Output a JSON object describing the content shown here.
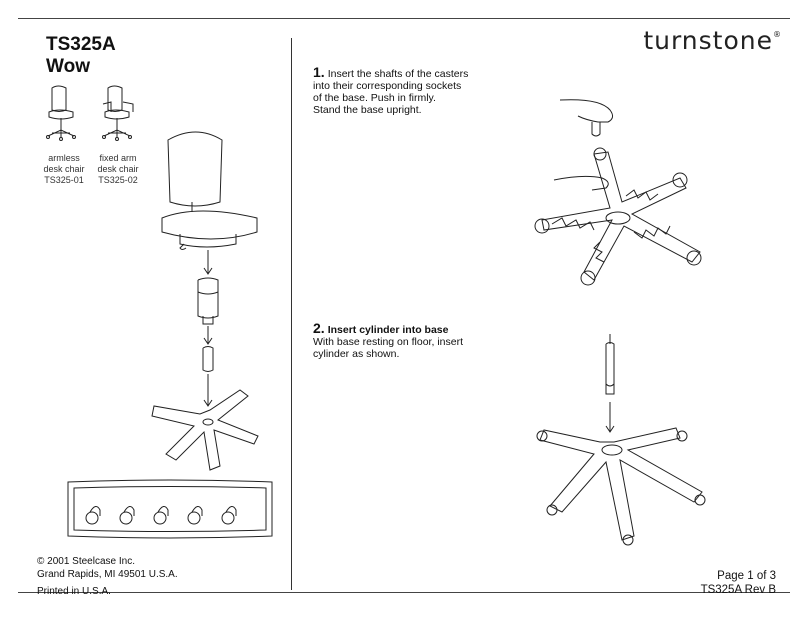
{
  "header": {
    "model": "TS325A",
    "name": "Wow",
    "brand": "turnstone",
    "brand_mark": "®"
  },
  "variants": [
    {
      "line1": "armless",
      "line2": "desk chair",
      "code": "TS325-01"
    },
    {
      "line1": "fixed arm",
      "line2": "desk chair",
      "code": "TS325-02"
    }
  ],
  "steps": [
    {
      "number": "1.",
      "heading": "",
      "text_lines": [
        "Insert the shafts of the casters",
        "into their corresponding sockets",
        "of the base.  Push in firmly.",
        "Stand the base upright."
      ]
    },
    {
      "number": "2.",
      "heading": "Insert cylinder into base",
      "text_lines": [
        "With base resting on floor, insert",
        "cylinder as shown."
      ]
    }
  ],
  "footer": {
    "copyright": "© 2001 Steelcase Inc.",
    "address": "Grand Rapids, MI 49501 U.S.A.",
    "printed": "Printed in U.S.A.",
    "page": "Page 1 of 3",
    "revision": "TS325A Rev B"
  }
}
